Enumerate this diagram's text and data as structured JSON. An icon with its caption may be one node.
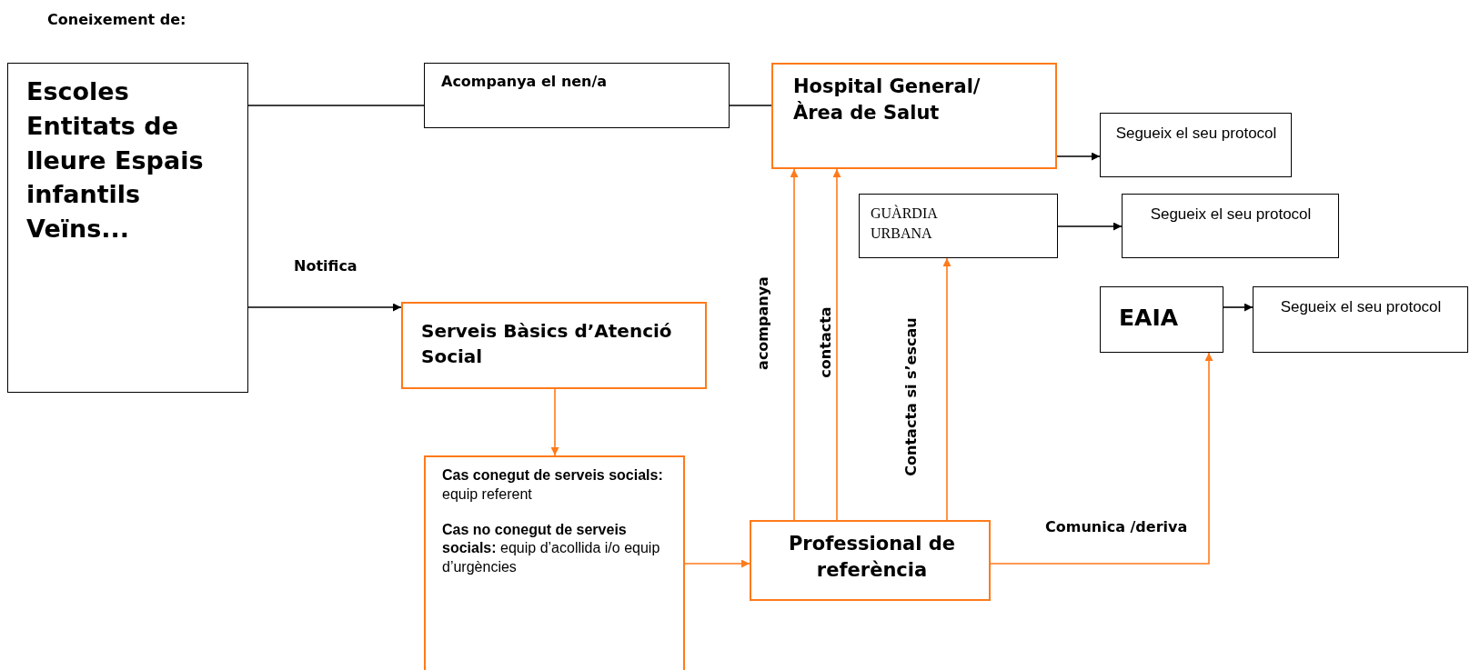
{
  "diagram": {
    "title": "Coneixement de:",
    "nodes": [
      {
        "text": [
          "Escoles Entitats de lleure Espais infantils Veïns..."
        ]
      },
      {
        "text": [
          "Acompanya el nen/a"
        ]
      },
      {
        "text": [
          "Hospital General/ Àrea de Salut"
        ]
      },
      {
        "text": [
          "Segueix el seu protocol"
        ]
      },
      {
        "text": [
          "GUÀRDIA URBANA"
        ]
      },
      {
        "text": [
          "Segueix el seu protocol"
        ]
      },
      {
        "text": [
          "EAIA"
        ]
      },
      {
        "text": [
          "Segueix el seu protocol"
        ]
      },
      {
        "text": [
          "Serveis Bàsics d’Atenció Social"
        ]
      },
      {
        "text": [
          "**Cas conegut de serveis socials:** equip referent",
          "**Cas no conegut de serveis socials:** equip d’acollida i/o equip d’urgències"
        ]
      },
      {
        "text": [
          "Professional de referència"
        ]
      }
    ],
    "edges": [
      {
        "from": 0,
        "to": 1,
        "arrow": "none"
      },
      {
        "from": 1,
        "to": 2,
        "arrow": "none"
      },
      {
        "from": 0,
        "to": 8,
        "arrow": "to",
        "label": "Notifica"
      },
      {
        "from": 2,
        "to": 3,
        "arrow": "to"
      },
      {
        "from": 4,
        "to": 5,
        "arrow": "to"
      },
      {
        "from": 6,
        "to": 7,
        "arrow": "to"
      },
      {
        "from": 8,
        "to": 9,
        "arrow": "to",
        "color": "#ff7a1a"
      },
      {
        "from": 9,
        "to": 10,
        "arrow": "to",
        "color": "#ff7a1a"
      },
      {
        "from": 10,
        "to": 2,
        "arrow": "to",
        "label": "acompanya",
        "color": "#ff7a1a"
      },
      {
        "from": 10,
        "to": 2,
        "arrow": "to",
        "label": "contacta",
        "color": "#ff7a1a"
      },
      {
        "from": 10,
        "to": 4,
        "arrow": "to",
        "label": "Contacta si s’escau",
        "color": "#ff7a1a"
      },
      {
        "from": 10,
        "to": 6,
        "arrow": "to",
        "label": "Comunica /deriva",
        "color": "#ff7a1a"
      }
    ]
  }
}
